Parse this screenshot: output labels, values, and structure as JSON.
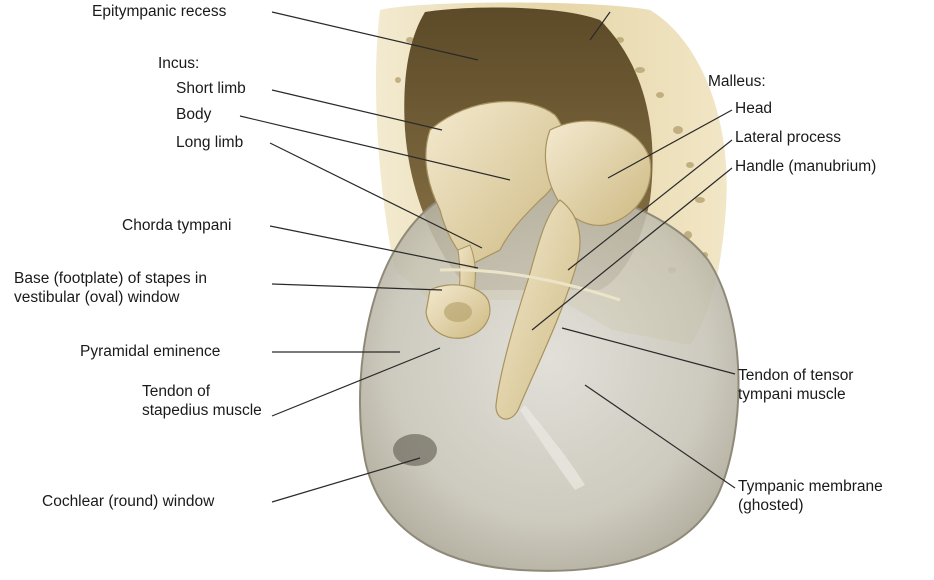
{
  "incus_group": {
    "heading": "Incus:",
    "short_limb": "Short limb",
    "body": "Body",
    "long_limb": "Long limb"
  },
  "malleus_group": {
    "heading": "Malleus:",
    "head": "Head",
    "lateral_process": "Lateral process",
    "handle": "Handle (manubrium)"
  },
  "labels": {
    "epitympanic_recess": "Epitympanic recess",
    "chorda_tympani": "Chorda tympani",
    "stapes_base_line1": "Base (footplate) of stapes in",
    "stapes_base_line2": "vestibular (oval) window",
    "pyramidal_eminence": "Pyramidal eminence",
    "tendon_stapedius_line1": "Tendon of",
    "tendon_stapedius_line2": "stapedius muscle",
    "cochlear_window": "Cochlear (round) window",
    "tendon_tensor_line1": "Tendon of tensor",
    "tendon_tensor_line2": "tympani muscle",
    "tympanic_membrane_line1": "Tympanic membrane",
    "tympanic_membrane_line2": "(ghosted)"
  },
  "colors": {
    "bone": "#e9dcb4",
    "bone_dark": "#8a7448",
    "cavity": "#6e5a34",
    "ossicle": "#e7d8a8",
    "membrane": "#c6c3b6",
    "leader": "#2a2a2a"
  }
}
